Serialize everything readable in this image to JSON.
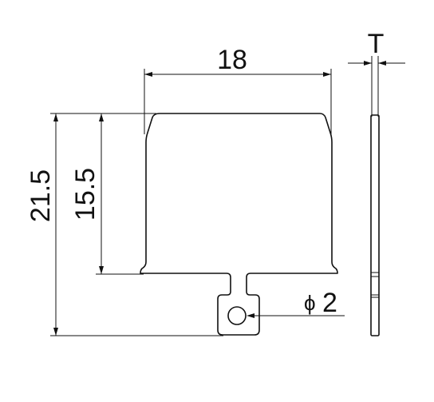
{
  "drawing": {
    "dimensions": {
      "width": "18",
      "total_height": "21.5",
      "body_height": "15.5",
      "thickness": "T",
      "hole_diameter": "2",
      "hole_diameter_symbol": "ϕ"
    }
  }
}
